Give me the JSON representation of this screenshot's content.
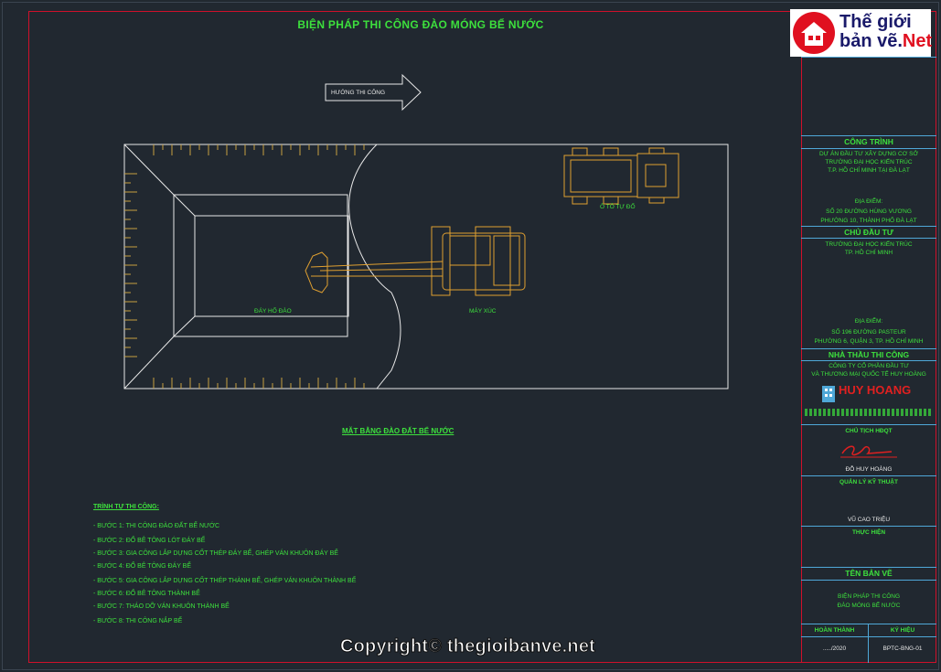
{
  "title": "BIỆN PHÁP THI CÔNG ĐÀO MÓNG BỂ NƯỚC",
  "direction_label": "HƯỚNG THI CÔNG",
  "labels": {
    "truck": "Ô TÔ TỰ ĐỔ",
    "excavator": "MÁY XÚC",
    "pit_bottom": "ĐÁY HỐ ĐÀO"
  },
  "plan_title": "MẶT BẰNG ĐÀO ĐẤT BỂ NƯỚC",
  "sequence": {
    "heading": "TRÌNH TỰ THI CÔNG:",
    "steps": [
      "- BƯỚC 1: THI CÔNG ĐÀO ĐẤT BỂ NƯỚC",
      "- BƯỚC 2: ĐỔ BÊ TÔNG LÓT ĐÁY BỂ",
      "- BƯỚC 3: GIA CÔNG LẮP DỰNG CỐT THÉP ĐÁY BỂ, GHÉP VÁN KHUÔN ĐÁY BỂ",
      "- BƯỚC 4: ĐỔ BÊ TÔNG ĐÁY BỂ",
      "- BƯỚC 5: GIA CÔNG LẮP DỰNG CỐT THÉP THÀNH BỂ, GHÉP VÁN KHUÔN THÀNH BỂ",
      "- BƯỚC 6: ĐỔ BÊ TÔNG THÀNH  BỂ",
      "- BƯỚC 7: THÁO DỠ VÁN KHUÔN THÀNH BỂ",
      "- BƯỚC 8: THI CÔNG NẮP BỂ"
    ]
  },
  "logo": {
    "line1": "Thế giới",
    "line2": "bản vẽ.",
    "line2b": "Net"
  },
  "titleblock": {
    "project_head": "CÔNG TRÌNH",
    "project_l1": "DỰ ÁN ĐẦU TƯ XÂY DỰNG CƠ SỞ",
    "project_l2": "TRƯỜNG ĐẠI HỌC KIẾN TRÚC",
    "project_l3": "T.P. HỒ CHÍ MINH TẠI ĐÀ LẠT",
    "site_label": "ĐỊA ĐIỂM:",
    "site_l1": "SỐ 20 ĐƯỜNG HÙNG VƯƠNG",
    "site_l2": "PHƯỜNG 10, THÀNH PHỐ ĐÀ LẠT",
    "owner_head": "CHỦ ĐẦU TƯ",
    "owner_l1": "TRƯỜNG ĐẠI HỌC KIẾN TRÚC",
    "owner_l2": "TP. HỒ CHÍ MINH",
    "owner_addr_label": "ĐỊA ĐIỂM:",
    "owner_addr_l1": "SỐ 196 ĐƯỜNG PASTEUR",
    "owner_addr_l2": "PHƯỜNG 6, QUẬN 3, TP. HỒ CHÍ MINH",
    "contractor_head": "NHÀ THẦU THI CÔNG",
    "contractor_l1": "CÔNG TY CỔ PHẦN ĐẦU TƯ",
    "contractor_l2": "VÀ THƯƠNG MẠI QUỐC TẾ HUY HOÀNG",
    "brand": "HUY HOANG",
    "chair_label": "CHỦ TỊCH HĐQT",
    "chair_name": "ĐỖ HUY HOÀNG",
    "tech_label": "QUẢN LÝ KỸ THUẬT",
    "tech_name": "VŨ CAO TRIỆU",
    "exec_label": "THỰC HIỆN",
    "drawing_name_head": "TÊN BẢN VẼ",
    "drawing_l1": "BIỆN PHÁP THI CÔNG",
    "drawing_l2": "ĐÀO MÓNG BỂ NƯỚC",
    "completed_label": "HOÀN THÀNH",
    "code_label": "KÝ HIỆU",
    "completed_value": "...../2020",
    "code_value": "BPTC-BNG-01"
  },
  "copyright": "Copyright© thegioibanve.net",
  "colors": {
    "background": "#212830",
    "green": "#3de03d",
    "orange": "#e0a030",
    "frame_red": "#d0102a",
    "tb_lines": "#4fa8d8"
  }
}
